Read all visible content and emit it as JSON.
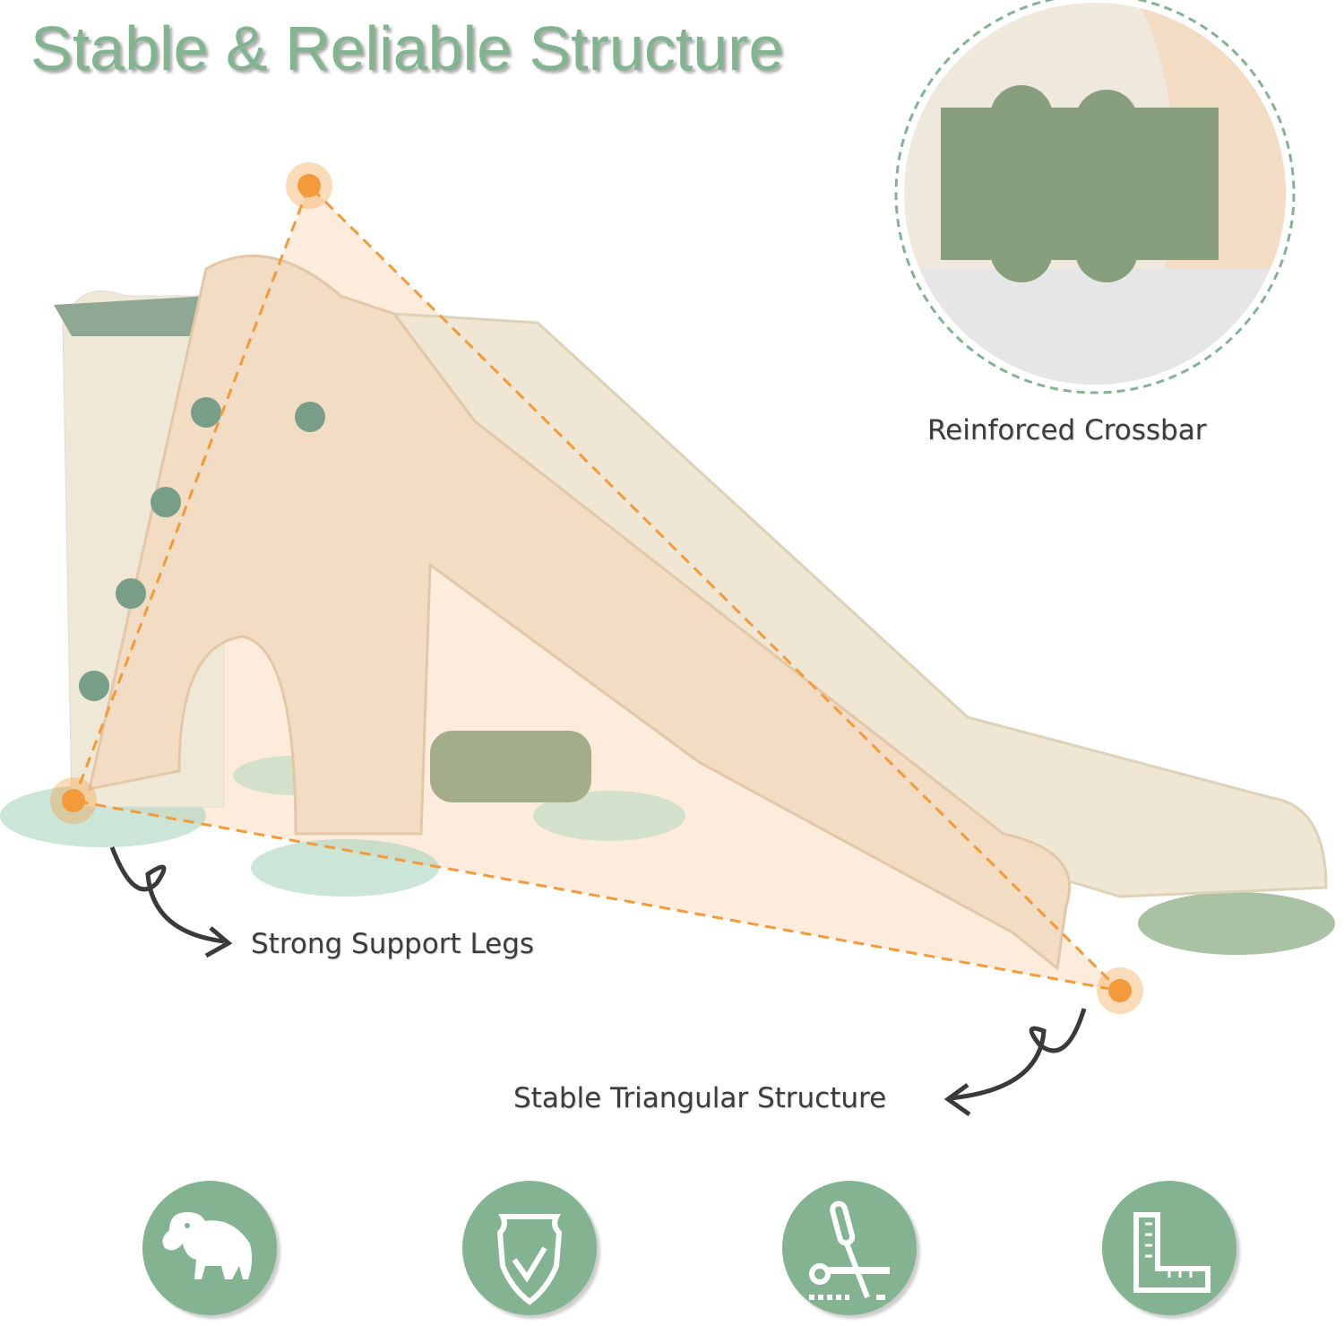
{
  "title": "Stable & Reliable Structure",
  "callouts": {
    "crossbar": "Reinforced Crossbar",
    "legs": "Strong Support Legs",
    "triangle": "Stable Triangular Structure"
  },
  "icons": [
    "elephant-icon",
    "shield-check-icon",
    "scissors-cut-icon",
    "ruler-square-icon"
  ],
  "colors": {
    "accent_green": "#84b391",
    "orange": "#f39a3a",
    "beige": "#f2dcc3"
  }
}
